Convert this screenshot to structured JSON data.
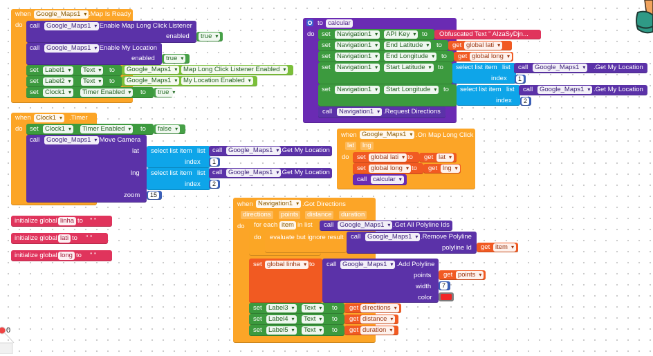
{
  "kw": {
    "when": "when",
    "do": "do",
    "call": "call",
    "set": "set",
    "to": "to",
    "get": "get",
    "list": "list",
    "index": "index",
    "initialize_global": "initialize global",
    "for_each": "for each",
    "in_list": "in list",
    "enabled": "enabled",
    "lat": "lat",
    "lng": "lng",
    "zoom": "zoom",
    "select_list_item": "select list item",
    "eval_ignore": "evaluate but ignore result",
    "points": "points",
    "width": "width",
    "color": "color",
    "polyline_id": "polyline Id",
    "to_proc": "to"
  },
  "blocks": {
    "map_ready": {
      "component": "Google_Maps1",
      "event": ".Map Is Ready",
      "call1_component": "Google_Maps1",
      "call1_method": ".Enable Map Long Click Listener",
      "call1_value": "true",
      "call2_component": "Google_Maps1",
      "call2_method": ".Enable My Location",
      "call2_value": "true",
      "set1_component": "Label1",
      "set1_prop": "Text",
      "set1_src_component": "Google_Maps1",
      "set1_src_prop": "Map Long Click Listener Enabled",
      "set2_component": "Label2",
      "set2_prop": "Text",
      "set2_src_component": "Google_Maps1",
      "set2_src_prop": "My Location Enabled",
      "set3_component": "Clock1",
      "set3_prop": "Timer Enabled",
      "set3_value": "true"
    },
    "clock_timer": {
      "component": "Clock1",
      "event": ".Timer",
      "set_component": "Clock1",
      "set_prop": "Timer Enabled",
      "set_value": "false",
      "call_component": "Google_Maps1",
      "call_method": ".Move Camera",
      "lat_call_component": "Google_Maps1",
      "lat_call_method": ".Get My Location",
      "lat_index": "1",
      "lng_call_component": "Google_Maps1",
      "lng_call_method": ".Get My Location",
      "lng_index": "2",
      "zoom_value": "15"
    },
    "globals": [
      {
        "name": "linha",
        "value": "\" \""
      },
      {
        "name": "lati",
        "value": "\" \""
      },
      {
        "name": "long",
        "value": "\" \""
      }
    ],
    "calcular": {
      "proc_name": "calcular",
      "s1_component": "Navigation1",
      "s1_prop": "API Key",
      "s1_value": "Obfuscated Text \" AIzaSyDjn...",
      "s2_component": "Navigation1",
      "s2_prop": "End Latitude",
      "s2_var": "global lati",
      "s3_component": "Navigation1",
      "s3_prop": "End Longitude",
      "s3_var": "global long",
      "s4_component": "Navigation1",
      "s4_prop": "Start Latitude",
      "s4_call_component": "Google_Maps1",
      "s4_call_method": ".Get My Location",
      "s4_index": "1",
      "s5_component": "Navigation1",
      "s5_prop": "Start Longitude",
      "s5_call_component": "Google_Maps1",
      "s5_call_method": ".Get My Location",
      "s5_index": "2",
      "call_component": "Navigation1",
      "call_method": ".Request Directions"
    },
    "long_click": {
      "component": "Google_Maps1",
      "event": ".On Map Long Click",
      "param1": "lat",
      "param2": "lng",
      "s1_var": "global lati",
      "s1_get": "lat",
      "s2_var": "global long",
      "s2_get": "lng",
      "call_proc": "calcular"
    },
    "got_directions": {
      "component": "Navigation1",
      "event": ".Got Directions",
      "params": [
        "directions",
        "points",
        "distance",
        "duration"
      ],
      "loop_var": "item",
      "list_call_component": "Google_Maps1",
      "list_call_method": ".Get All Polyline Ids",
      "remove_component": "Google_Maps1",
      "remove_method": ".Remove Polyline",
      "remove_get": "item",
      "set_var": "global linha",
      "add_component": "Google_Maps1",
      "add_method": ".Add Polyline",
      "points_get": "points",
      "width_value": "7",
      "color_hex": "#f22525",
      "l3_component": "Label3",
      "l3_prop": "Text",
      "l3_get": "directions",
      "l4_component": "Label4",
      "l4_prop": "Text",
      "l4_get": "distance",
      "l5_component": "Label5",
      "l5_prop": "Text",
      "l5_get": "duration"
    }
  },
  "trash_count": "0",
  "icons": {
    "gear": "gear-icon",
    "mascot": "mascot-icon",
    "trash": "trash-icon"
  }
}
